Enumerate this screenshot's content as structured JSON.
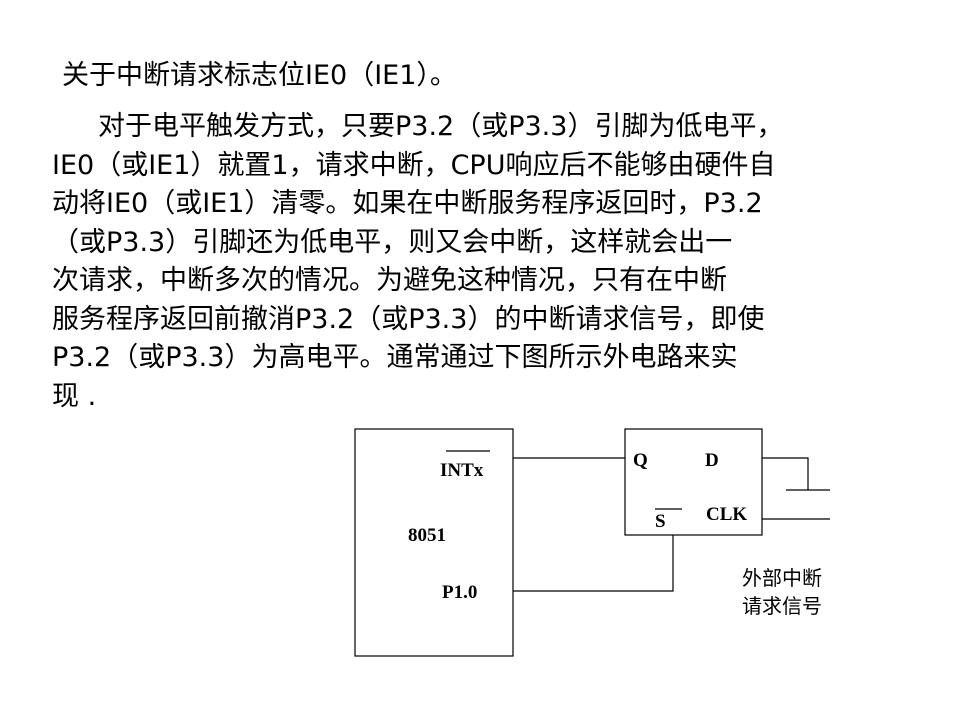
{
  "heading": "关于中断请求标志位IE0（IE1）。",
  "paragraph_lines": [
    "对于电平触发方式，只要P3.2（或P3.3）引脚为低电平，",
    "IE0（或IE1）就置1，请求中断，CPU响应后不能够由硬件自",
    "动将IE0（或IE1）清零。如果在中断服务程序返回时，P3.2",
    "（或P3.3）引脚还为低电平，则又会中断，这样就会出一",
    "次请求，中断多次的情况。为避免这种情况，只有在中断",
    "服务程序返回前撤消P3.2（或P3.3）的中断请求信号，即使",
    "P3.2（或P3.3）为高电平。通常通过下图所示外电路来实",
    "现 ."
  ],
  "diagram": {
    "chip_label": "8051",
    "pin_intx": "INTx",
    "pin_p10": "P1.0",
    "ff_q": "Q",
    "ff_d": "D",
    "ff_s": "S",
    "ff_clk": "CLK"
  },
  "caption": {
    "line1": "外部中断",
    "line2": "请求信号"
  }
}
